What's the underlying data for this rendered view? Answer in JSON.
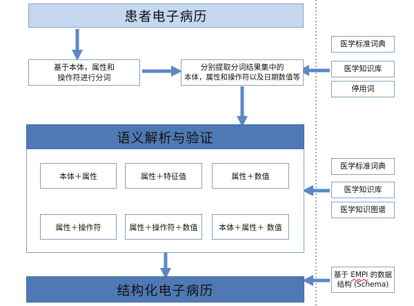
{
  "top_title": "患者电子病历",
  "step1": {
    "line1": "基于本体，属性和",
    "line2": "操作符进行分词"
  },
  "step2": {
    "line1": "分别提取分词结果集中的",
    "line2": "本体，属性和操作符以及日期数值等"
  },
  "section_title": "语义解析与验证",
  "cells": [
    "本体＋属性",
    "属性＋特征值",
    "属性＋数值",
    "属性＋操作符",
    "属性＋操作符＋数值",
    "本体＋属性＋ 数值"
  ],
  "bottom_title": "结构化电子病历",
  "side_group_1": [
    "医学标准词典",
    "医学知识库",
    "停用词"
  ],
  "side_group_2": [
    "医学标准词典",
    "医学知识库",
    "医学知识图谱"
  ],
  "side_group_3": {
    "prefix": "基于 ",
    "wavy": "EMPI",
    "suffix": " 的数据",
    "line2": "结构 (Schema)"
  },
  "colors": {
    "light_blue": "#c6d8ef",
    "dark_blue": "#4f79b4",
    "arrow": "#5b87c5",
    "border": "#7f9fc6"
  }
}
